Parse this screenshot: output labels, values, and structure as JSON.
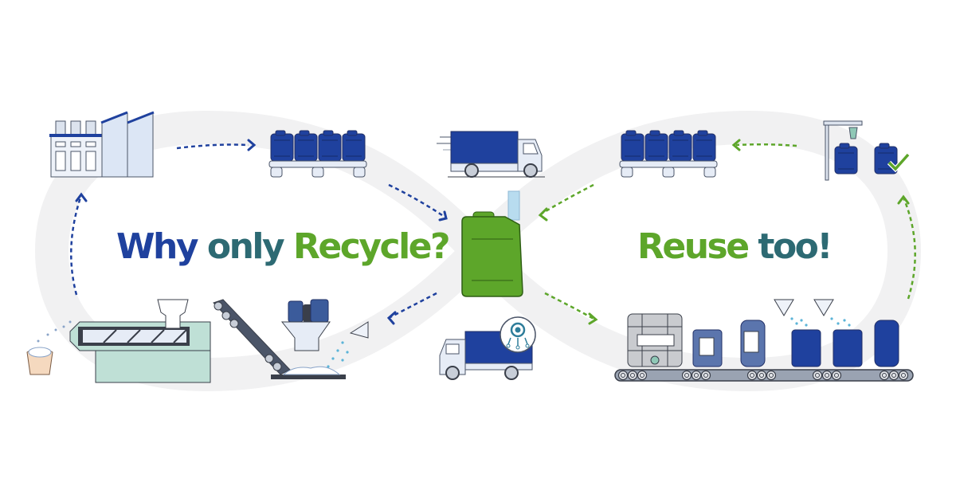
{
  "headline_left": {
    "words": [
      "Why",
      "only",
      "Recycle?"
    ],
    "colors": [
      "#1f419e",
      "#2d6a73",
      "#5da62a"
    ]
  },
  "headline_right": {
    "words": [
      "Reuse",
      "too!"
    ],
    "colors": [
      "#5da62a",
      "#2d6a73"
    ]
  },
  "colors": {
    "blue": "#1f419e",
    "green": "#5da62a",
    "loop_gray": "#f0f0f1",
    "outline": "#3a3f4a",
    "light_blue": "#dce6f5",
    "mint": "#bfe0d6"
  },
  "stages_recycle_loop": [
    "factory",
    "pallet-of-filled-canisters",
    "central-green-canister",
    "collection-truck",
    "shredder-hopper-with-wash",
    "conveyor-belt",
    "extruder",
    "plastic-pellets-in-hands"
  ],
  "stages_reuse_loop": [
    "central-green-canister",
    "reconditioning-conveyor",
    "filling-station-with-checkmark",
    "pallet-of-filled-canisters",
    "delivery-truck"
  ]
}
